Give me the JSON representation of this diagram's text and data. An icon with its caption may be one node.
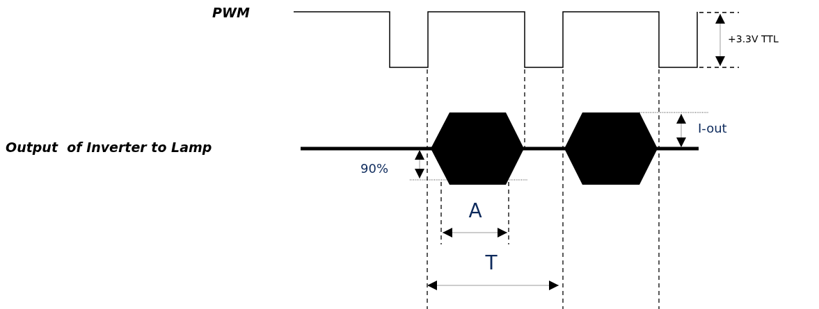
{
  "diagram": {
    "labels": [
      "PWM",
      "+3.3V TTL",
      "Output  of Inverter to Lamp",
      "I-out",
      "90%",
      "A",
      "T"
    ]
  }
}
